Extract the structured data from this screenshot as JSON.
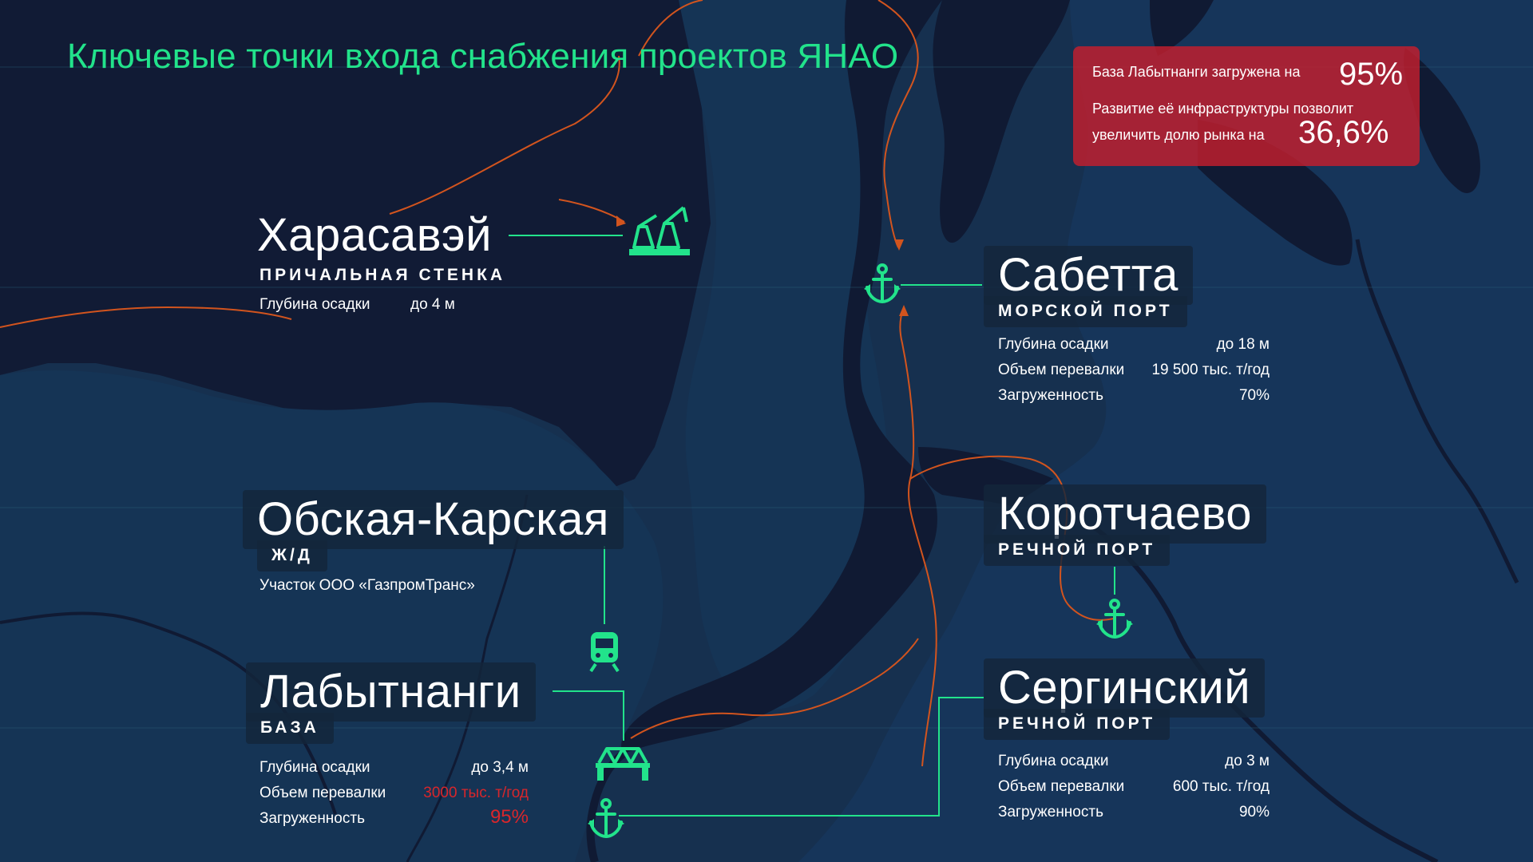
{
  "title": "Ключевые точки входа снабжения проектов ЯНАО",
  "callout": {
    "line1": "База Лабытнанги загружена на",
    "value1": "95%",
    "line2": "Развитие её инфраструктуры позволит",
    "line3": "увеличить долю рынка на",
    "value2": "36,6%"
  },
  "points": {
    "harasavey": {
      "name": "Харасавэй",
      "type": "ПРИЧАЛЬНАЯ СТЕНКА",
      "rows": [
        {
          "label": "Глубина осадки",
          "value": "до 4 м"
        }
      ],
      "icon": "crane-icon"
    },
    "sabetta": {
      "name": "Сабетта",
      "type": "МОРСКОЙ ПОРТ",
      "rows": [
        {
          "label": "Глубина осадки",
          "value": "до 18 м"
        },
        {
          "label": "Объем перевалки",
          "value": "19 500 тыс. т/год"
        },
        {
          "label": "Загруженность",
          "value": "70%"
        }
      ],
      "icon": "anchor-icon"
    },
    "obskaya": {
      "name": "Обская-Карская",
      "type": "Ж/Д",
      "note": "Участок ООО «ГазпромТранс»",
      "icon": "train-icon"
    },
    "korotchaevo": {
      "name": "Коротчаево",
      "type": "РЕЧНОЙ ПОРТ",
      "icon": "anchor-icon"
    },
    "labytnangi": {
      "name": "Лабытнанги",
      "type": "БАЗА",
      "rows": [
        {
          "label": "Глубина осадки",
          "value": "до 3,4 м"
        },
        {
          "label": "Объем перевалки",
          "value": "3000 тыс. т/год"
        },
        {
          "label": "Загруженность",
          "value": "95%"
        }
      ],
      "icon": "bridge-icon"
    },
    "serginsky": {
      "name": "Сергинский",
      "type": "РЕЧНОЙ ПОРТ",
      "rows": [
        {
          "label": "Глубина осадки",
          "value": "до 3 м"
        },
        {
          "label": "Объем перевалки",
          "value": "600 тыс. т/год"
        },
        {
          "label": "Загруженность",
          "value": "90%"
        }
      ],
      "icon": "anchor-icon"
    }
  },
  "colors": {
    "accent": "#22e38b",
    "route": "#d2541e",
    "alert": "#c41f2d",
    "land": "#14294a",
    "water": "#101a33"
  }
}
